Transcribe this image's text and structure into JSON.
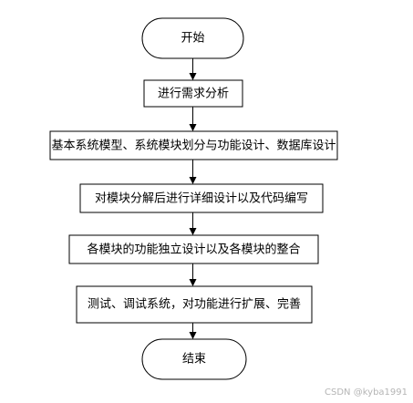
{
  "flowchart": {
    "start": "开始",
    "steps": [
      "进行需求分析",
      "基本系统模型、系统模块划分与功能设计、数据库设计",
      "对模块分解后进行详细设计以及代码编写",
      "各模块的功能独立设计以及各模块的整合",
      "测试、调试系统，对功能进行扩展、完善"
    ],
    "end": "结束"
  },
  "watermark": "CSDN @kyba1991",
  "colors": {
    "stroke": "#000000",
    "fill": "#ffffff",
    "watermark": "#b5b5b5"
  }
}
